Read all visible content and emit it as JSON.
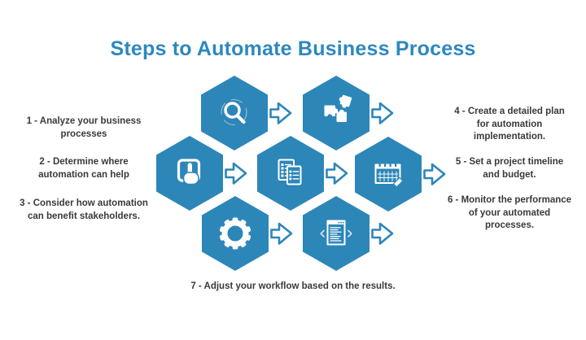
{
  "title": "Steps to Automate Business Process",
  "colors": {
    "accent": "#2D86B8",
    "title": "#2D88BE",
    "text": "#3A3A3A",
    "background": "#FFFFFF"
  },
  "steps": {
    "left": [
      {
        "lines": [
          "1 - Analyze your business",
          "processes"
        ]
      },
      {
        "lines": [
          "2 - Determine where",
          "automation can help"
        ]
      },
      {
        "lines": [
          "3 - Consider how automation",
          "can benefit stakeholders."
        ]
      }
    ],
    "right": [
      {
        "lines": [
          "4 - Create a detailed plan",
          "for automation",
          "implementation."
        ]
      },
      {
        "lines": [
          "5 - Set a project timeline",
          "and budget."
        ]
      },
      {
        "lines": [
          "6 - Monitor the performance",
          "of your automated",
          "processes."
        ]
      }
    ],
    "bottom": {
      "lines": [
        "7 - Adjust your workflow based on the results."
      ]
    }
  },
  "icons": [
    "search-icon",
    "puzzle-icon",
    "tap-icon",
    "checklist-documents-icon",
    "calendar-icon",
    "gear-icon",
    "code-window-icon",
    "arrow-right-icon"
  ]
}
